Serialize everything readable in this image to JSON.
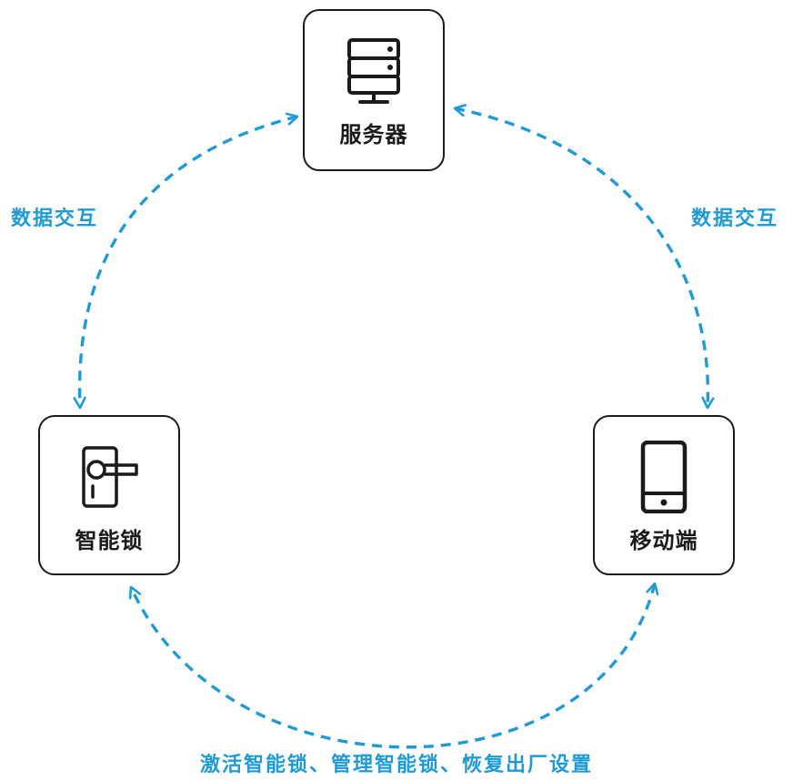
{
  "nodes": {
    "server": {
      "label": "服务器",
      "icon": "server-icon"
    },
    "lock": {
      "label": "智能锁",
      "icon": "door-lock-icon"
    },
    "mobile": {
      "label": "移动端",
      "icon": "smartphone-icon"
    }
  },
  "edges": {
    "server_lock": {
      "label": "数据交互"
    },
    "server_mobile": {
      "label": "数据交互"
    },
    "mobile_lock": {
      "label": "激活智能锁、管理智能锁、恢复出厂设置"
    }
  },
  "colors": {
    "node_border": "#1a1a1a",
    "arrow": "#1f9ad6",
    "edge_text": "#1f9ad6"
  }
}
